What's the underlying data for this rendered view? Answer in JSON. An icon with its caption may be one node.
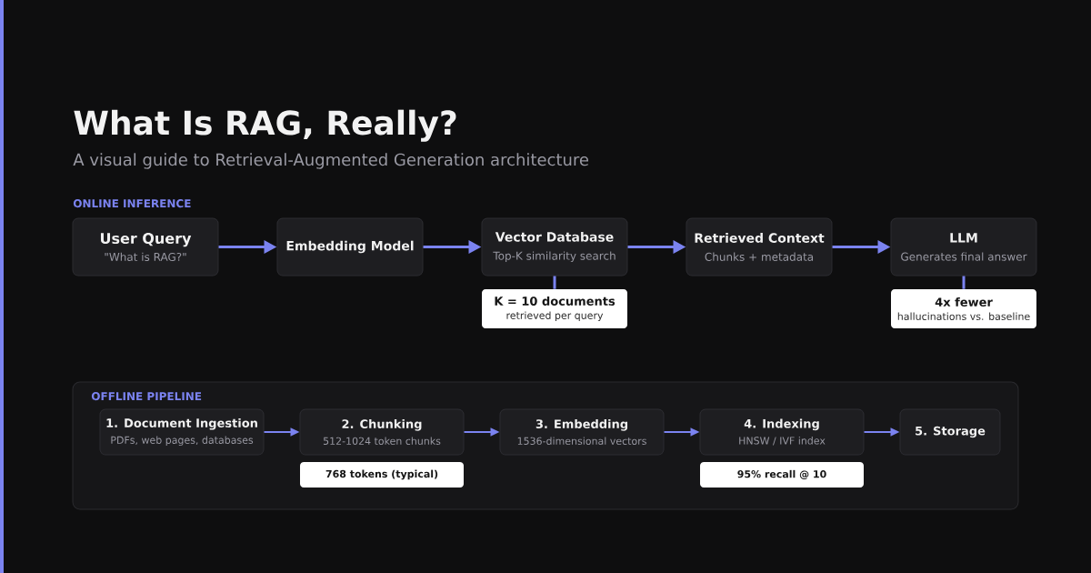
{
  "diagram": {
    "title": "What Is RAG, Really?",
    "nodes": [
      {
        "text": [
          "User Query",
          "\"What is RAG?\""
        ]
      },
      {
        "text": [
          "Embedding Model"
        ]
      },
      {
        "text": [
          "Vector Database",
          "Top-K similarity search"
        ]
      },
      {
        "text": [
          "Retrieved Context",
          "Chunks + metadata"
        ]
      },
      {
        "text": [
          "LLM",
          "Generates final answer"
        ]
      },
      {
        "text": [
          "K = 10 documents",
          "retrieved per query"
        ]
      },
      {
        "text": [
          "4x fewer",
          "hallucinations vs. baseline"
        ]
      },
      {
        "text": [
          "OFFLINE PIPELINE"
        ]
      },
      {
        "text": [
          "1. Document Ingestion",
          "PDFs, web pages, databases"
        ],
        "in": 7
      },
      {
        "text": [
          "2. Chunking",
          "512-1024 token chunks"
        ],
        "in": 7
      },
      {
        "text": [
          "3. Embedding",
          "1536-dimensional vectors"
        ],
        "in": 7
      },
      {
        "text": [
          "4. Indexing",
          "HNSW / IVF index"
        ],
        "in": 7
      },
      {
        "text": [
          "5. Storage"
        ],
        "in": 7
      },
      {
        "text": [
          "768 tokens (typical)"
        ],
        "in": 7
      },
      {
        "text": [
          "95% recall @ 10"
        ],
        "in": 7
      }
    ],
    "edges": [
      {
        "from": 0,
        "to": 1,
        "arrow": "to"
      },
      {
        "from": 1,
        "to": 2,
        "arrow": "to"
      },
      {
        "from": 2,
        "to": 3,
        "arrow": "to"
      },
      {
        "from": 3,
        "to": 4,
        "arrow": "to"
      },
      {
        "from": 2,
        "to": 5,
        "arrow": "none"
      },
      {
        "from": 4,
        "to": 6,
        "arrow": "none"
      },
      {
        "from": 8,
        "to": 9,
        "arrow": "to"
      },
      {
        "from": 9,
        "to": 10,
        "arrow": "to"
      },
      {
        "from": 10,
        "to": 11,
        "arrow": "to"
      },
      {
        "from": 11,
        "to": 12,
        "arrow": "to"
      }
    ],
    "labels": [
      "A visual guide to Retrieval-Augmented Generation architecture",
      "ONLINE INFERENCE"
    ]
  }
}
